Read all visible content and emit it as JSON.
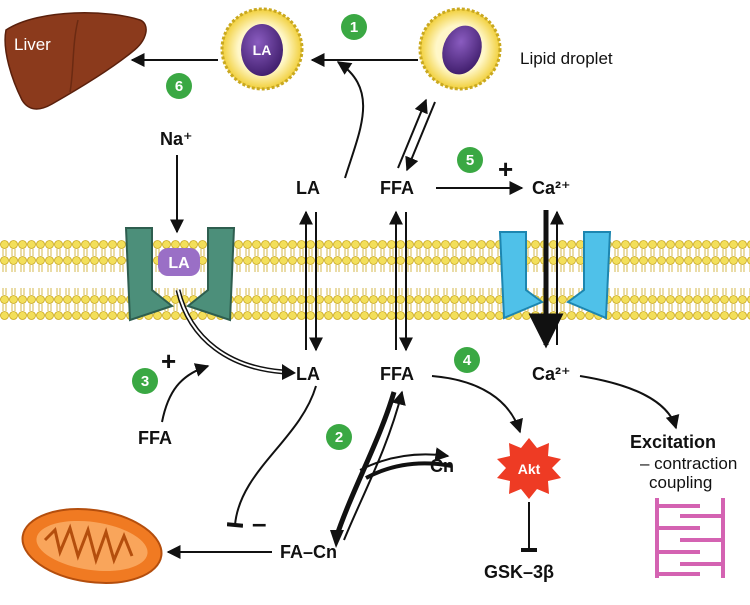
{
  "labels": {
    "liver": "Liver",
    "lipid_droplet": "Lipid droplet",
    "droplet_la": "LA",
    "na_plus": "Na⁺",
    "la_top": "LA",
    "ffa_top": "FFA",
    "ca_top": "Ca²⁺",
    "transporter_la": "LA",
    "la_bottom": "LA",
    "ffa_bottom": "FFA",
    "ca_bottom": "Ca²⁺",
    "ffa_left": "FFA",
    "cn": "Cn",
    "akt": "Akt",
    "fa_cn": "FA–Cn",
    "gsk": "GSK–3β",
    "excitation": "Excitation",
    "contraction": "– contraction",
    "coupling": "coupling"
  },
  "steps": [
    "1",
    "2",
    "3",
    "4",
    "5",
    "6"
  ],
  "signs": {
    "plus_ca": "+",
    "plus_ffa": "+",
    "minus": "–"
  },
  "colors": {
    "step_badge": "#3aa843",
    "liver": "#8b3a1c",
    "droplet_shell": "#f4d94a",
    "droplet_core": "#5a2d8a",
    "membrane": "#f3df5a",
    "transporter": "#4c8f7a",
    "la_badge": "#9a6fc6",
    "ca_channel": "#4fc1e9",
    "akt": "#ee3b24",
    "mitochondrion": "#f07a22",
    "sarcomere": "#d463b2"
  }
}
